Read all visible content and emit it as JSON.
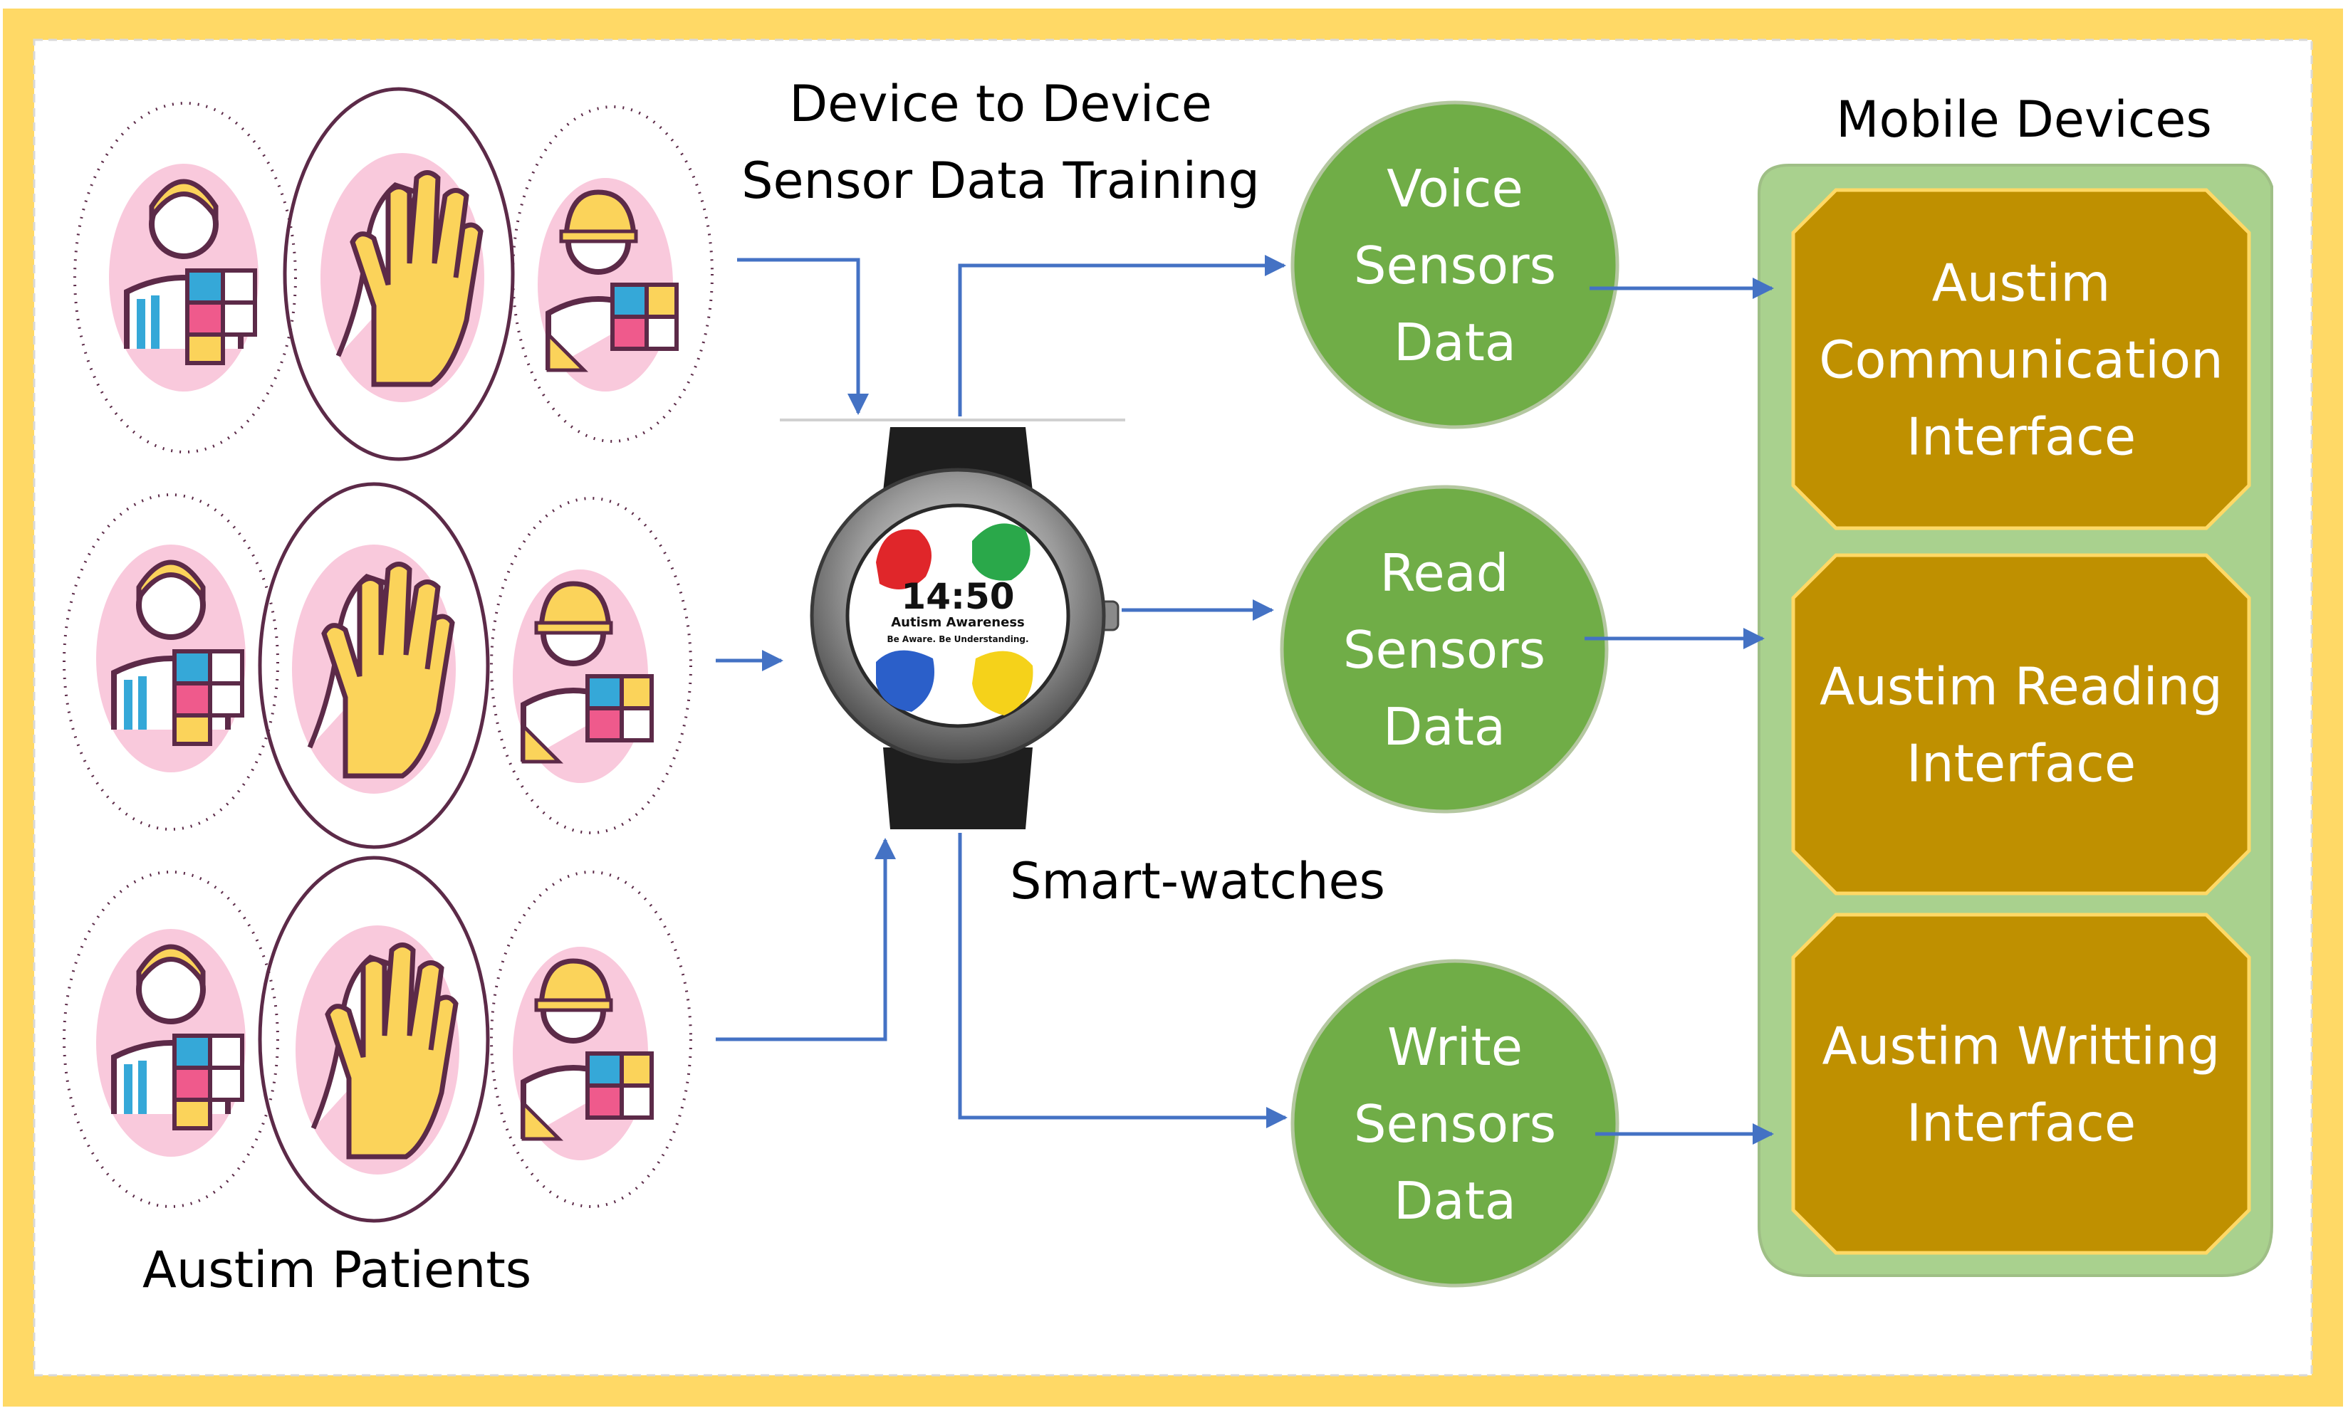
{
  "labels": {
    "training": [
      "Device to Device",
      "Sensor Data Training"
    ],
    "smartwatches": "Smart-watches",
    "mobile_devices": "Mobile Devices",
    "patients": "Austim Patients"
  },
  "watch_face": {
    "time": "14:50",
    "line1": "Autism Awareness",
    "line2": "Be Aware. Be Understanding."
  },
  "sensor_nodes": [
    {
      "id": "voice",
      "lines": [
        "Voice",
        "Sensors",
        "Data"
      ]
    },
    {
      "id": "read",
      "lines": [
        "Read",
        "Sensors",
        "Data"
      ]
    },
    {
      "id": "write",
      "lines": [
        "Write",
        "Sensors",
        "Data"
      ]
    }
  ],
  "interfaces": [
    {
      "id": "communication",
      "lines": [
        "Austim",
        "Communication",
        "Interface"
      ]
    },
    {
      "id": "reading",
      "lines": [
        "Austim Reading",
        "Interface"
      ]
    },
    {
      "id": "writing",
      "lines": [
        "Austim Writting",
        "Interface"
      ]
    }
  ],
  "colors": {
    "frame": "#ffd966",
    "arrow": "#4472c4",
    "node_fill": "#70ad47",
    "node_stroke": "#b4c7a0",
    "panel_fill": "#a9d18e",
    "interface_fill": "#bf9000",
    "interface_stroke": "#ffd966",
    "pink": "#f9c9dc",
    "outline": "#5c2a48"
  }
}
